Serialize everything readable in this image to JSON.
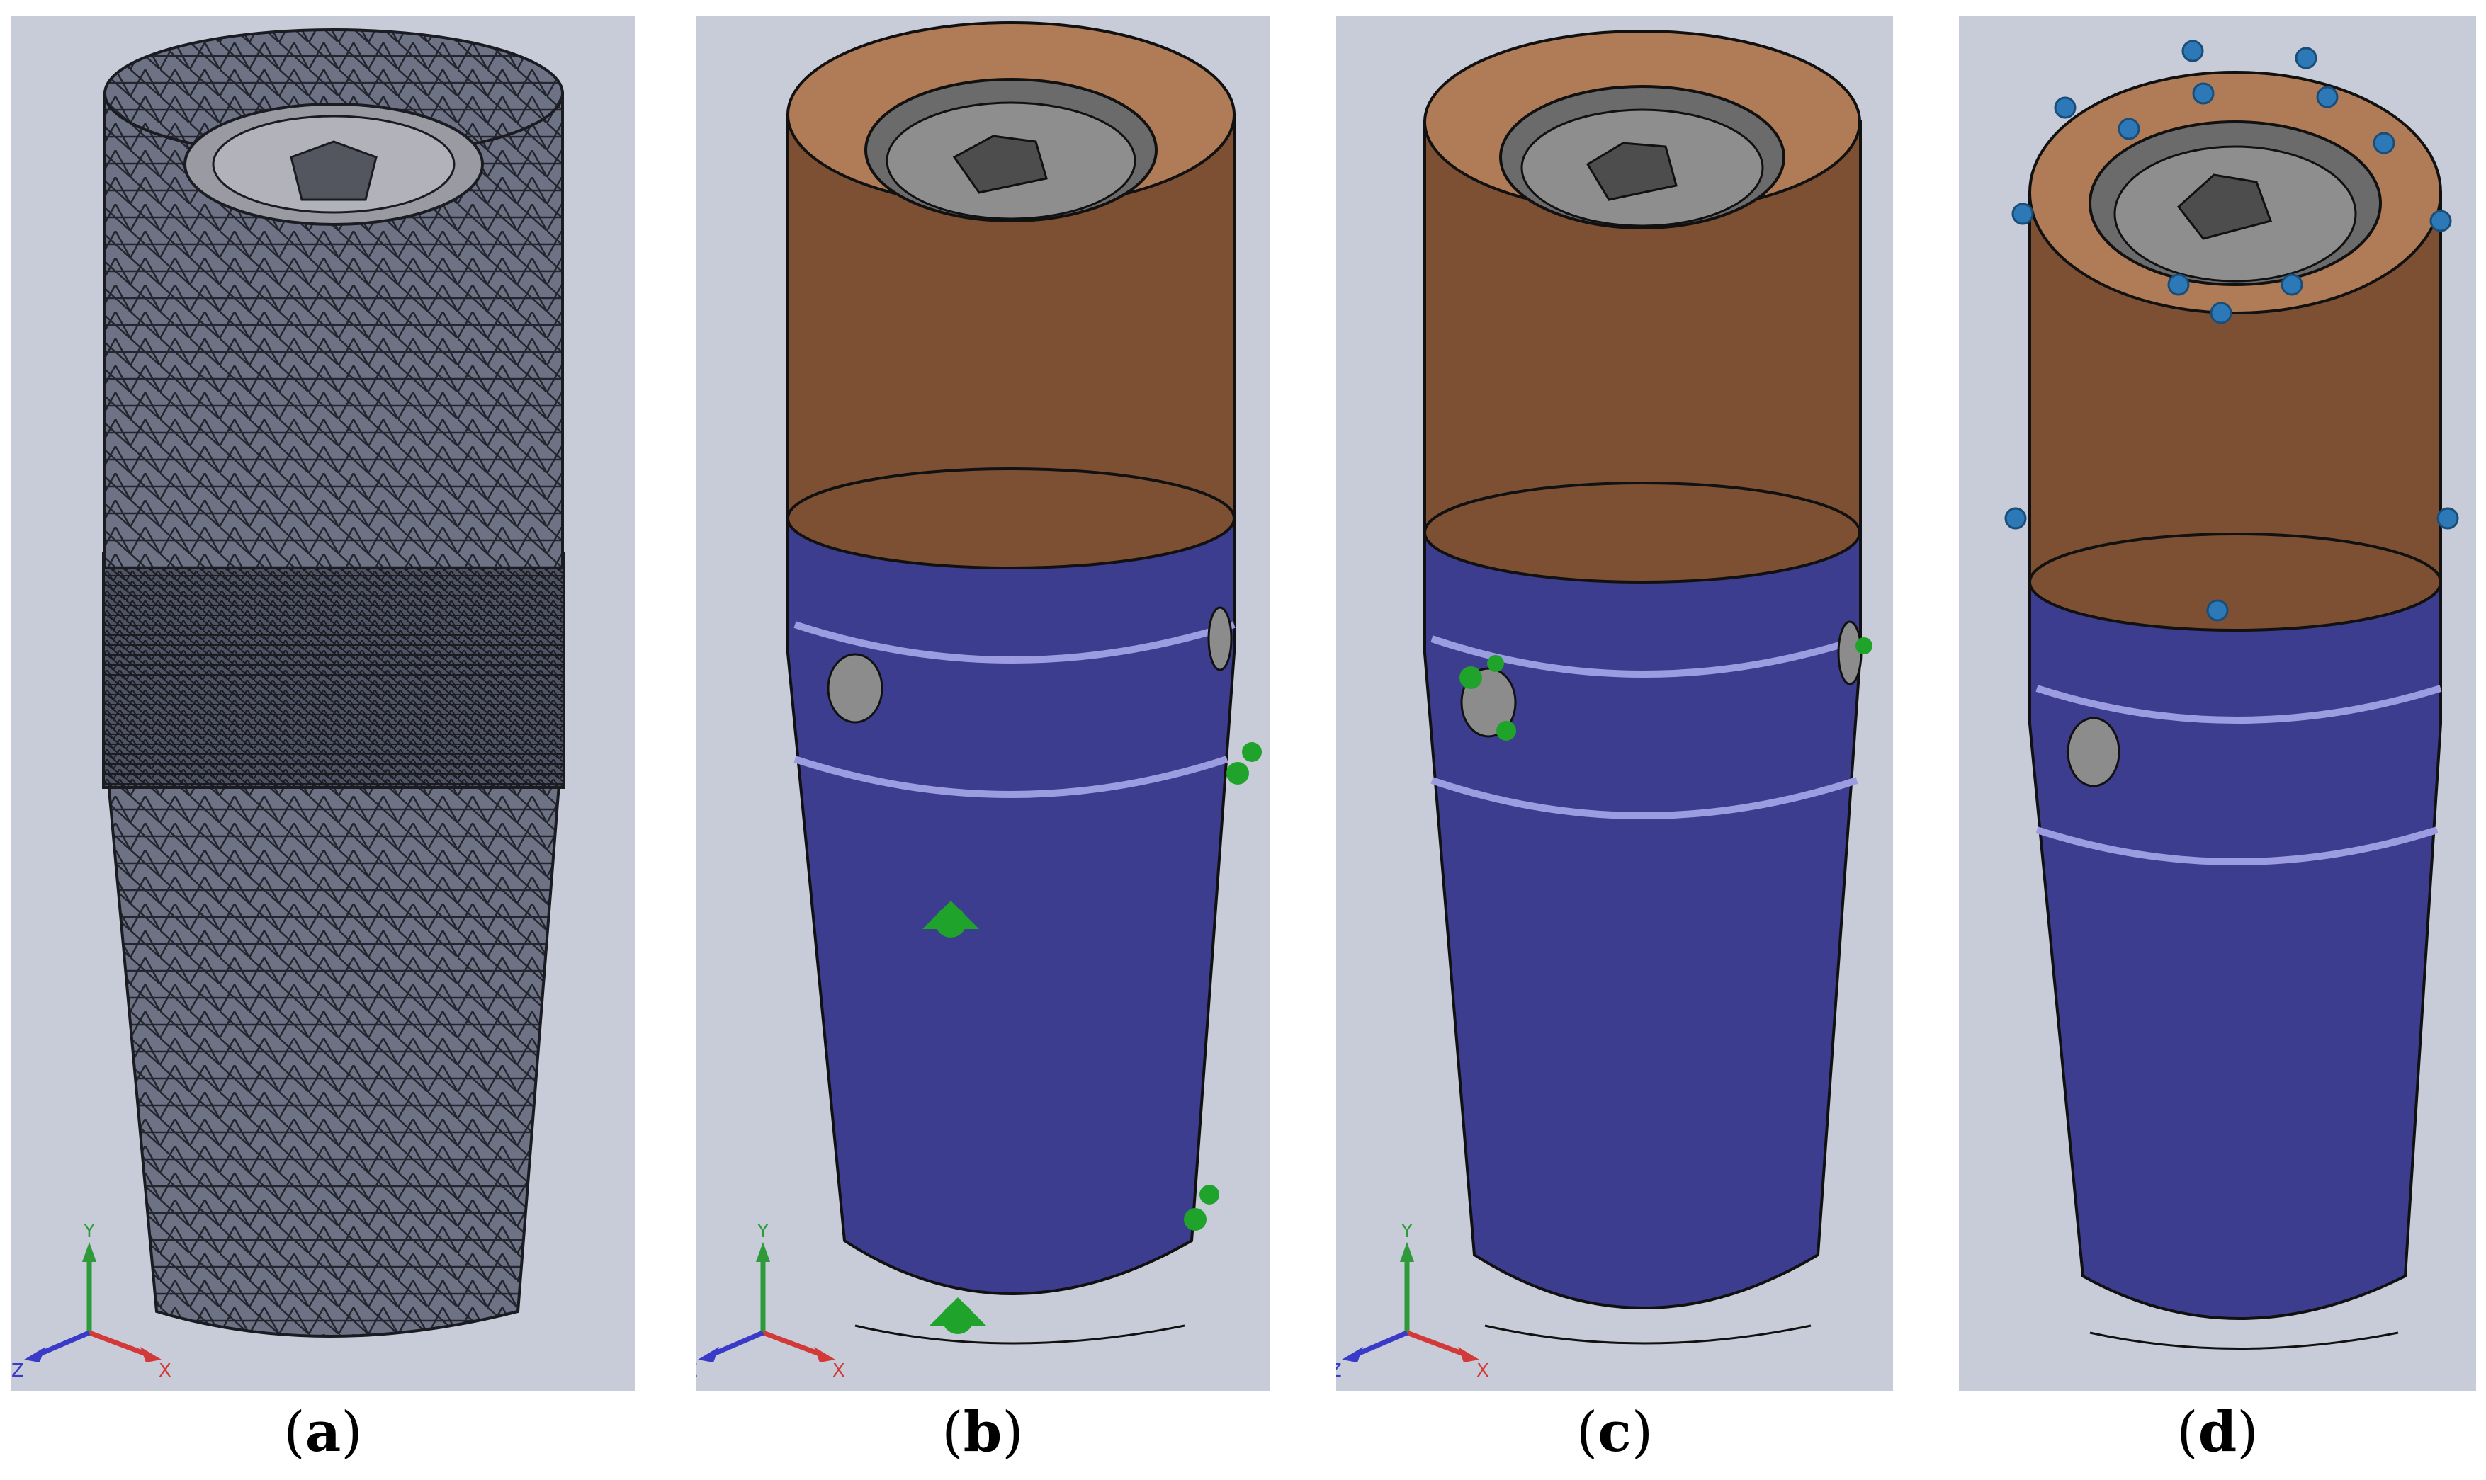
{
  "panels": [
    {
      "id": "a",
      "caption_open": "(",
      "caption_letter": "a",
      "caption_close": ")",
      "view": "mesh",
      "background": "#c7ccd8",
      "mesh_color": "#6f7487",
      "triad": true
    },
    {
      "id": "b",
      "caption_open": "(",
      "caption_letter": "b",
      "caption_close": ")",
      "view": "fixtures-green",
      "background": "#c7ccd8",
      "triad": true
    },
    {
      "id": "c",
      "caption_open": "(",
      "caption_letter": "c",
      "caption_close": ")",
      "view": "fixtures-holes",
      "background": "#c7ccd8",
      "triad": true
    },
    {
      "id": "d",
      "caption_open": "(",
      "caption_letter": "d",
      "caption_close": ")",
      "view": "loads-blue",
      "background": "#c7ccd8",
      "triad": false
    }
  ],
  "triad": {
    "x_label": "X",
    "y_label": "Y",
    "z_label": "Z",
    "x_color": "#d23a3a",
    "y_color": "#2f9a3a",
    "z_color": "#3a3ac8"
  },
  "colors": {
    "copper": "#7d5033",
    "copper_top": "#b07c57",
    "body_blue": "#3c3d8e",
    "groove": "#9b9de0",
    "hole": "#8c8c8c",
    "fixture_green": "#1fa32a",
    "load_blue": "#2d79b8"
  }
}
